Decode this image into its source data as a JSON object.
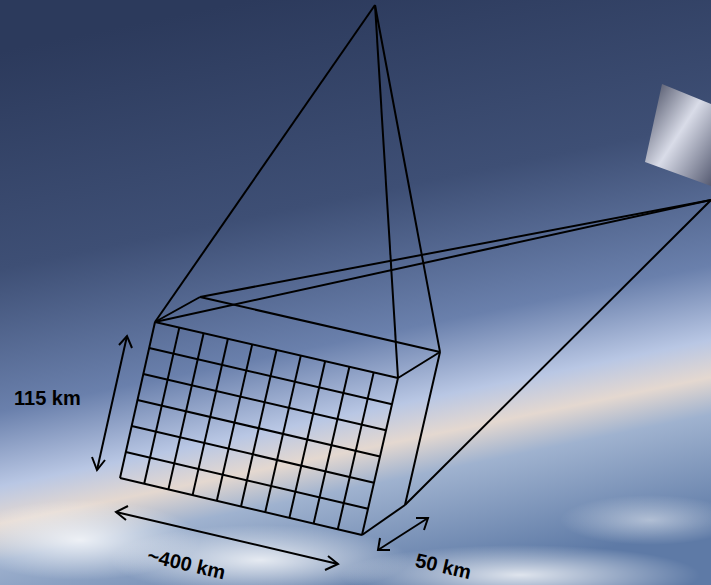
{
  "diagram": {
    "labels": [
      "115 km",
      "~400 km",
      "50 km"
    ]
  }
}
